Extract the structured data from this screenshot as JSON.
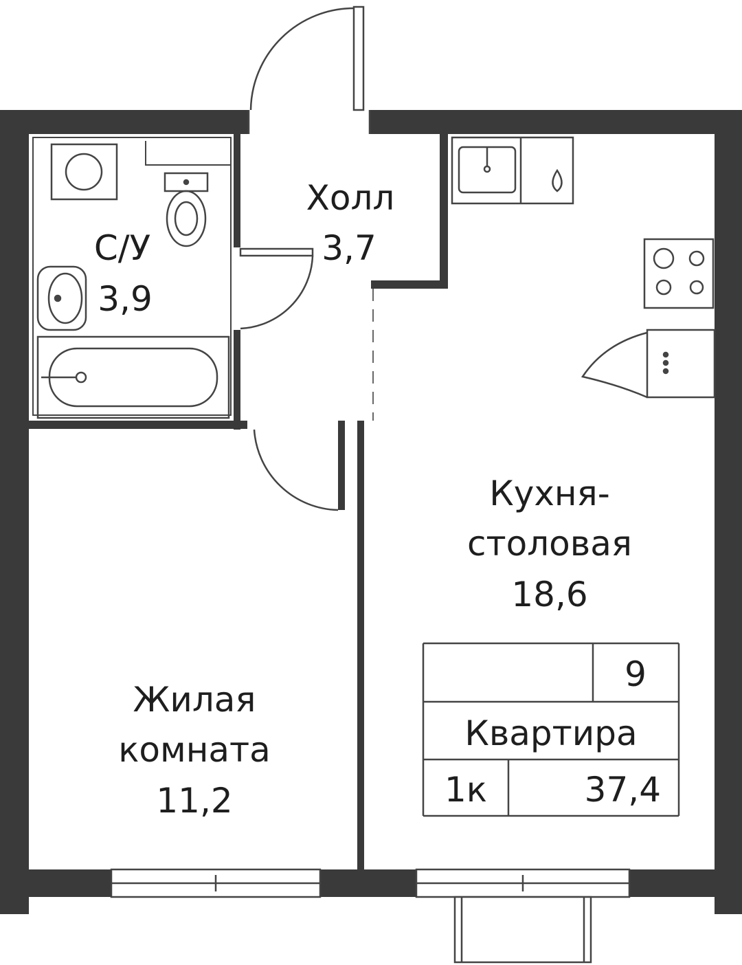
{
  "rooms": {
    "bathroom": {
      "name": "С/У",
      "area": "3,9"
    },
    "hall": {
      "name": "Холл",
      "area": "3,7"
    },
    "kitchen": {
      "name_line1": "Кухня-",
      "name_line2": "столовая",
      "area": "18,6"
    },
    "living": {
      "name_line1": "Жилая",
      "name_line2": "комната",
      "area": "11,2"
    }
  },
  "stamp": {
    "number": "9",
    "title": "Квартира",
    "rooms": "1к",
    "total_area": "37,4"
  },
  "colors": {
    "wall": "#3a3a3a",
    "line": "#444444",
    "text": "#1e1e1e"
  }
}
